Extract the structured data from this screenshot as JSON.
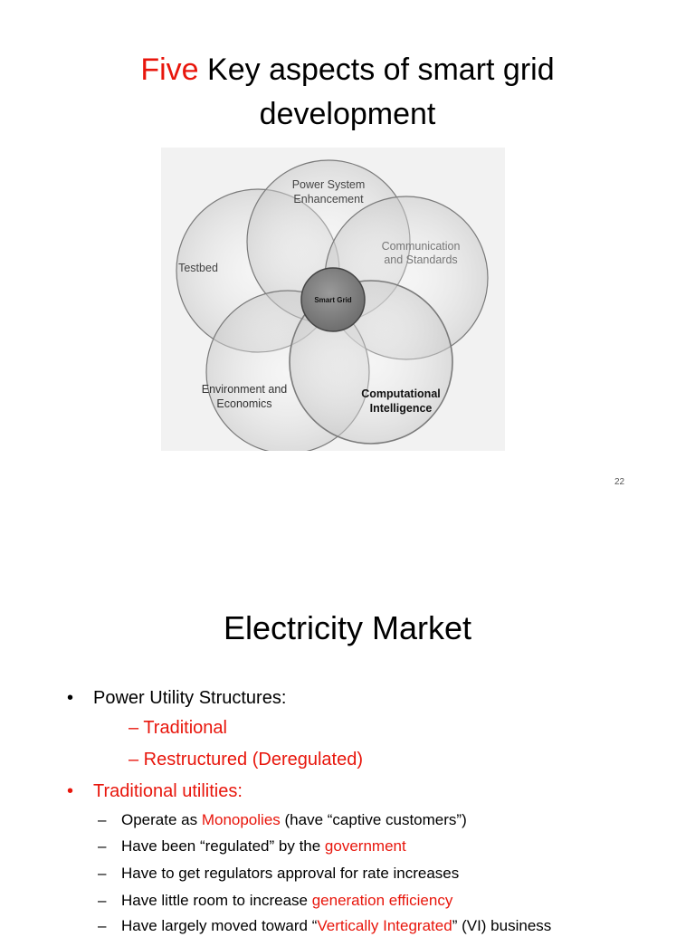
{
  "slide1": {
    "title_highlight": "Five",
    "title_rest_line1": "Key aspects of smart grid",
    "title_line2": "development",
    "diagram": {
      "center": "Smart Grid",
      "top_line1": "Power System",
      "top_line2": "Enhancement",
      "right_line1": "Communication",
      "right_line2": "and Standards",
      "left": "Testbed",
      "bottom_left_line1": "Environment and",
      "bottom_left_line2": "Economics",
      "bottom_right_line1": "Computational",
      "bottom_right_line2": "Intelligence"
    },
    "page_number": "22"
  },
  "slide2": {
    "title": "Electricity Market",
    "bullet1": "Power Utility Structures:",
    "sub1": "– Traditional",
    "sub2": "– Restructured (Deregulated)",
    "bullet2": "Traditional utilities:",
    "items": [
      {
        "pre": "Operate as ",
        "hl": "Monopolies",
        "post": " (have “captive customers”)"
      },
      {
        "pre": "Have been “regulated” by the ",
        "hl": "government",
        "post": ""
      },
      {
        "pre": "Have to get regulators approval for rate increases",
        "hl": "",
        "post": ""
      },
      {
        "pre": "Have little room to increase ",
        "hl": "generation efficiency",
        "post": ""
      },
      {
        "pre": "Have largely moved toward “",
        "hl": "Vertically Integrated",
        "post": "” (VI) business"
      }
    ]
  },
  "colors": {
    "accent": "#e8160c",
    "text": "#000000"
  }
}
